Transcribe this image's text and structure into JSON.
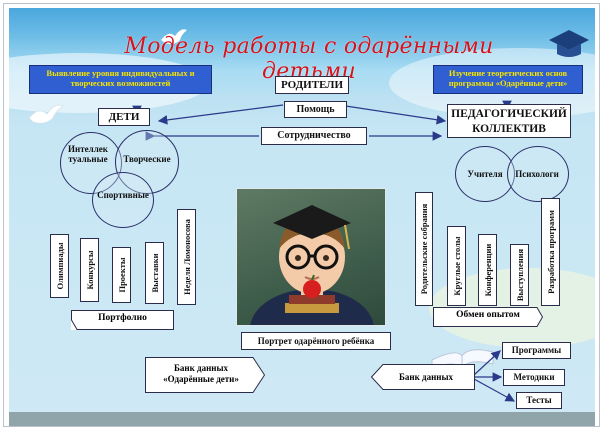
{
  "title": "Модель  работы с одарёнными детьми",
  "notes": {
    "left": "Выявление уровня индивидуальных и творческих возможностей",
    "right": "Изучение теоретических основ программы «Одарённые дети»"
  },
  "top_boxes": {
    "parents": "РОДИТЕЛИ",
    "help": "Помощь",
    "cooperation": "Сотрудничество"
  },
  "children": {
    "label": "ДЕТИ",
    "circles": [
      "Интеллек туальные",
      "Творческие",
      "Спортивные"
    ]
  },
  "teachers": {
    "label": "ПЕДАГОГИЧЕСКИЙ КОЛЛЕКТИВ",
    "circles": [
      "Учителя",
      "Психологи"
    ]
  },
  "left_columns": [
    "Олимпиады",
    "Конкурсы",
    "Проекты",
    "Выставки",
    "Неделя Ломоносова"
  ],
  "right_columns": [
    "Родительские собрания",
    "Круглые столы",
    "Конференции",
    "Выступления",
    "Разработка программ"
  ],
  "portfolio": "Портфолио",
  "experience": "Обмен опытом",
  "portrait_caption": "Портрет  одарённого ребёнка",
  "databank_left": "Банк данных «Одарённые дети»",
  "databank_right": "Банк данных",
  "outputs": [
    "Программы",
    "Методики",
    "Тесты"
  ],
  "colors": {
    "title": "#d1151f",
    "note_bg": "#2f5fd0",
    "note_text": "#f5e400",
    "line": "#2a3a8a"
  }
}
